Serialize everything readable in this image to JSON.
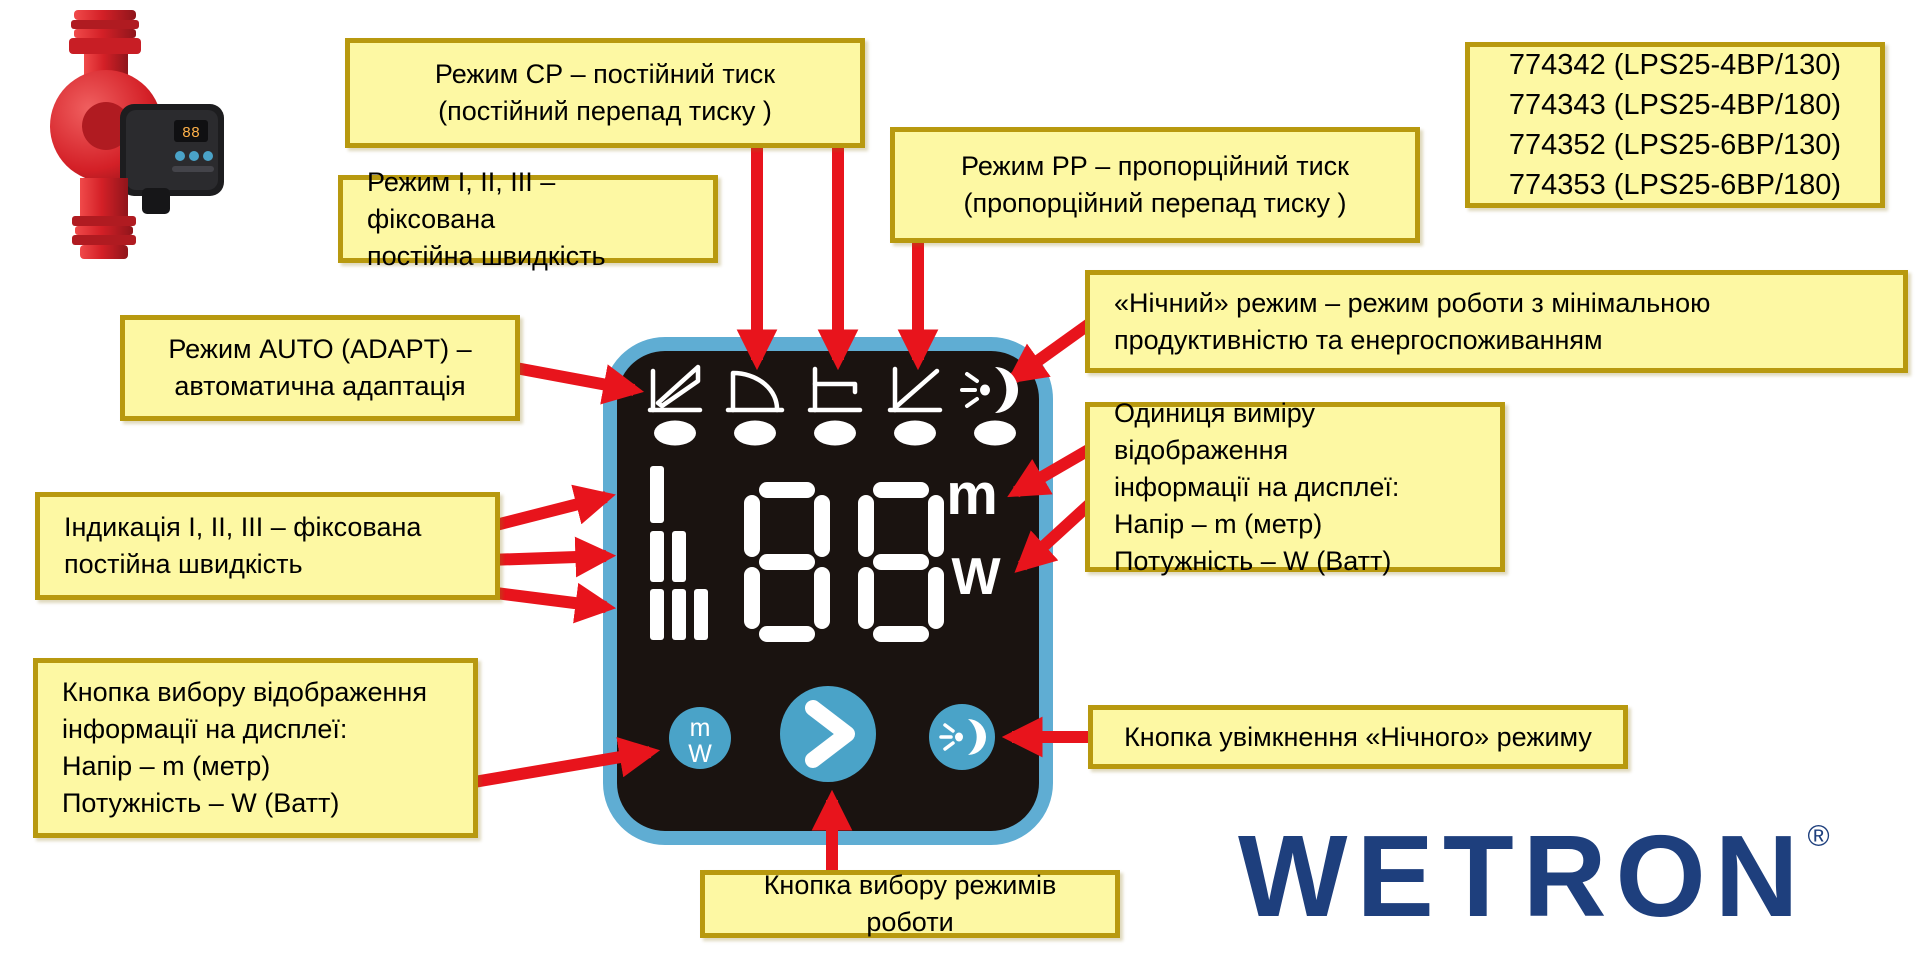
{
  "colors": {
    "accent_red": "#e8141c",
    "callout_fill": "#fdf8a3",
    "callout_border": "#b8990f",
    "panel_background": "#1a1310",
    "panel_border_blue": "#5fadd3",
    "button_blue": "#4aa3c8",
    "logo_navy": "#1e3f7d",
    "pump_red": "#d42027"
  },
  "callouts": {
    "cp_mode": {
      "lines": [
        "Режим СР – постійний тиск",
        "(постійний перепад тиску )"
      ]
    },
    "fixed_mode": {
      "lines": [
        "Режим І, ІІ, ІІІ – фіксована",
        "постійна швидкість"
      ]
    },
    "pp_mode": {
      "lines": [
        "Режим РР – пропорційний тиск",
        "(пропорційний перепад тиску )"
      ]
    },
    "auto_mode": {
      "lines": [
        "Режим AUTO (ADAPT) –",
        "автоматична адаптація"
      ]
    },
    "night_mode": {
      "lines": [
        "«Нічний» режим – режим роботи з мінімальною",
        "продуктивністю та енергоспоживанням"
      ]
    },
    "units": {
      "lines": [
        "Одиниця виміру відображення",
        "інформації на дисплеї:",
        "Напір – m (метр)",
        "Потужність – W (Ватт)"
      ]
    },
    "indication": {
      "lines": [
        "Індикація І, ІІ, ІІІ – фіксована",
        "постійна швидкість"
      ]
    },
    "display_button": {
      "lines": [
        "Кнопка вибору відображення",
        "інформації на дисплеї:",
        "Напір – m (метр)",
        "Потужність – W (Ватт)"
      ]
    },
    "night_button": {
      "lines": [
        "Кнопка увімкнення «Нічного» режиму"
      ]
    },
    "mode_button": {
      "lines": [
        "Кнопка вибору режимів роботи"
      ]
    }
  },
  "product_codes": {
    "lines": [
      "774342 (LPS25-4BP/130)",
      "774343 (LPS25-4BP/180)",
      "774352 (LPS25-6BP/130)",
      "774353 (LPS25-6BP/180)"
    ]
  },
  "panel": {
    "display_value": "88",
    "unit_top": "m",
    "unit_bottom": "W",
    "mw_button": {
      "top": "m",
      "bottom": "W"
    },
    "icons": [
      "auto-mode-icon",
      "constant-pressure-icon",
      "fixed-speed-icon",
      "proportional-pressure-icon",
      "night-mode-icon"
    ]
  },
  "logo": {
    "text": "WETRON",
    "registered": "®"
  }
}
